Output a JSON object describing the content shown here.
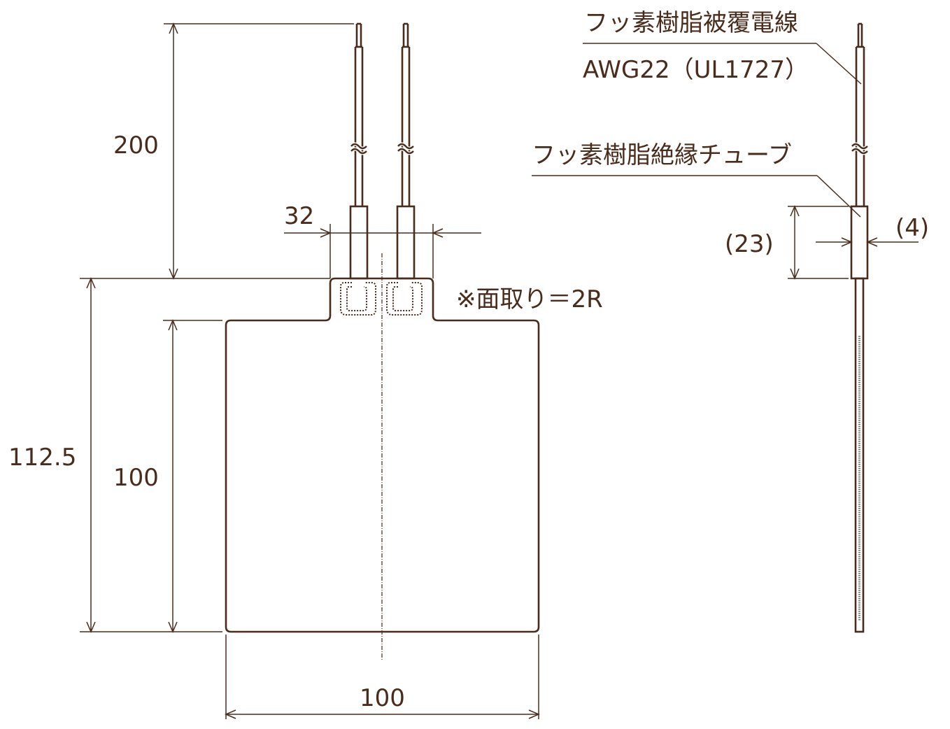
{
  "drawing": {
    "line_color": "#4a2c1c",
    "background": "#ffffff",
    "dimensions": {
      "lead_length": "200",
      "tube_span": "32",
      "total_height": "112.5",
      "body_height": "100",
      "body_width": "100",
      "tube_length": "(23)",
      "tube_diameter": "(4)"
    },
    "notes": {
      "chamfer": "※面取り＝2R",
      "wire_label": "フッ素樹脂被覆電線",
      "wire_spec": "AWG22（UL1727）",
      "tube_label": "フッ素樹脂絶縁チューブ"
    }
  }
}
